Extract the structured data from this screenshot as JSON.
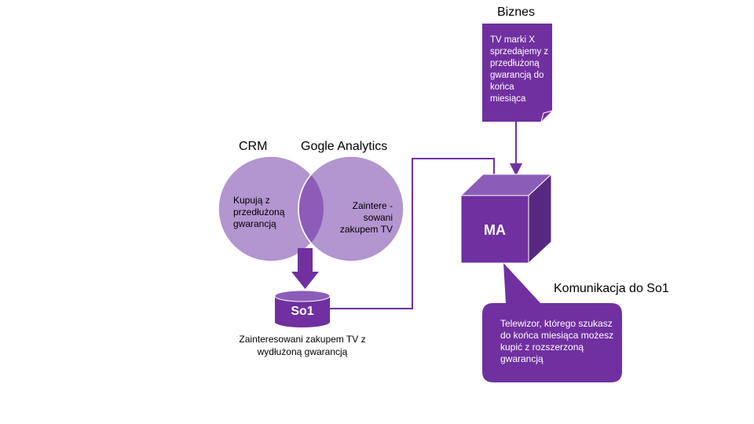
{
  "colors": {
    "primary": "#7030A0",
    "circle": "#B395D0",
    "overlap": "#8D5CB8",
    "cube_top": "#8B5DB8",
    "cube_side": "#57287F"
  },
  "business": {
    "title": "Biznes",
    "note": "TV marki X sprzedajemy z przedłużoną gwarancją do końca miesiąca"
  },
  "venn": {
    "left_title": "CRM",
    "right_title": "Gogle Analytics",
    "left_text": "Kupują z przedłużoną gwarancją",
    "right_text": "Zaintere -sowani zakupem TV"
  },
  "segment": {
    "label": "So1",
    "caption": "Zainteresowani zakupem TV z wydłużoną gwarancją"
  },
  "ma": {
    "label": "MA"
  },
  "communication": {
    "title": "Komunikacja do So1",
    "message": "Telewizor, którego szukasz do końca miesiąca możesz kupić z rozszerzoną gwarancją"
  }
}
